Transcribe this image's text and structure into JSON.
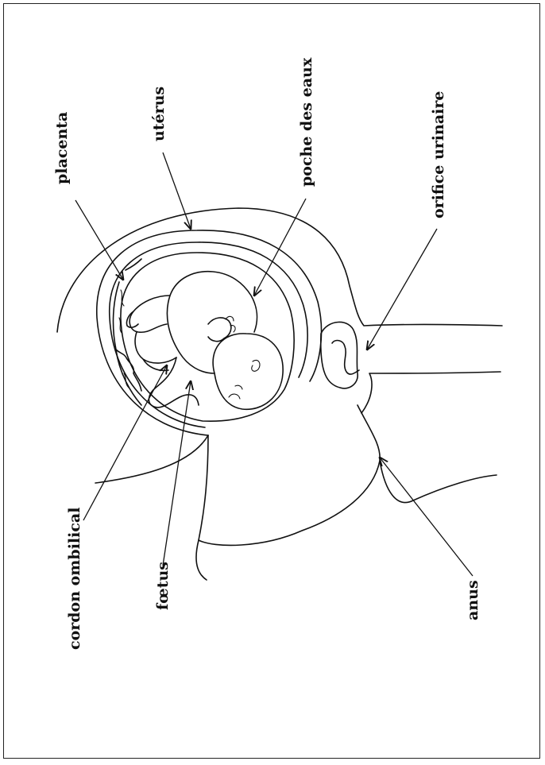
{
  "labels": {
    "placenta": "placenta",
    "uterus": "utérus",
    "poche_des_eaux": "poche des eaux",
    "orifice_urinaire": "orifice urinaire",
    "cordon_ombilical": "cordon ombilical",
    "foetus": "fœtus",
    "anus": "anus"
  }
}
